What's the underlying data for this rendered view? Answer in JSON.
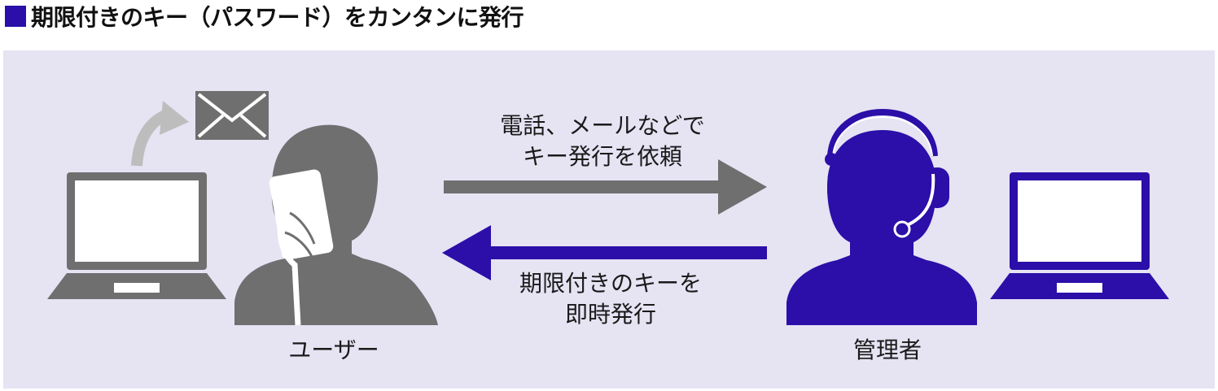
{
  "title": "期限付きのキー（パスワード）をカンタンに発行",
  "colors": {
    "accent": "#2b0fa8",
    "gray": "#6f6f70",
    "panel": "#e6e3f3"
  },
  "top_arrow_label": {
    "line1": "電話、メールなどで",
    "line2": "キー発行を依頼"
  },
  "bottom_arrow_label": {
    "line1": "期限付きのキーを",
    "line2": "即時発行"
  },
  "user_label": "ユーザー",
  "admin_label": "管理者",
  "icons": [
    "laptop-icon",
    "mail-icon",
    "curved-arrow-icon",
    "user-phone-icon",
    "admin-headset-icon",
    "laptop-icon"
  ]
}
